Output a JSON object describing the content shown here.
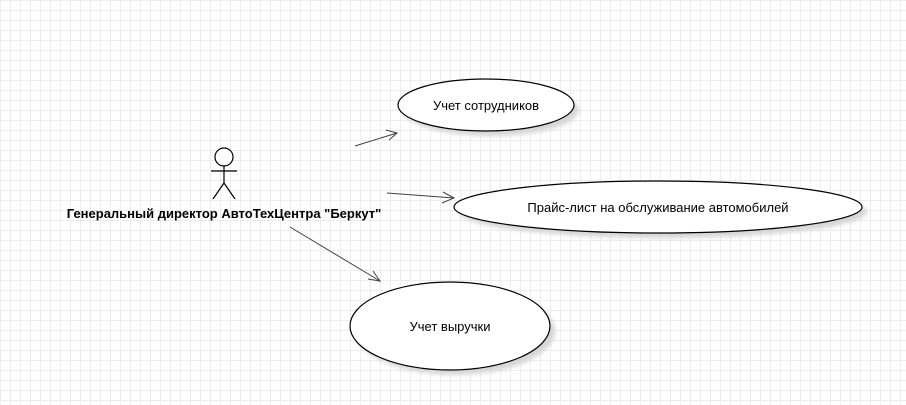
{
  "diagram": {
    "actor": {
      "name": "Генеральный директор АвтоТехЦентра \"Беркут\"",
      "icon": "stick-figure-icon"
    },
    "use_cases": [
      {
        "id": "employees",
        "label": "Учет сотрудников"
      },
      {
        "id": "pricelist",
        "label": "Прайс-лист на обслуживание автомобилей"
      },
      {
        "id": "revenue",
        "label": "Учет выручки"
      }
    ],
    "associations": [
      {
        "from": "actor",
        "to": "employees"
      },
      {
        "from": "actor",
        "to": "pricelist"
      },
      {
        "from": "actor",
        "to": "revenue"
      }
    ],
    "colors": {
      "line": "#000000",
      "edge": "#404040",
      "shadow": "#d6d6d6",
      "fill": "#ffffff"
    }
  }
}
